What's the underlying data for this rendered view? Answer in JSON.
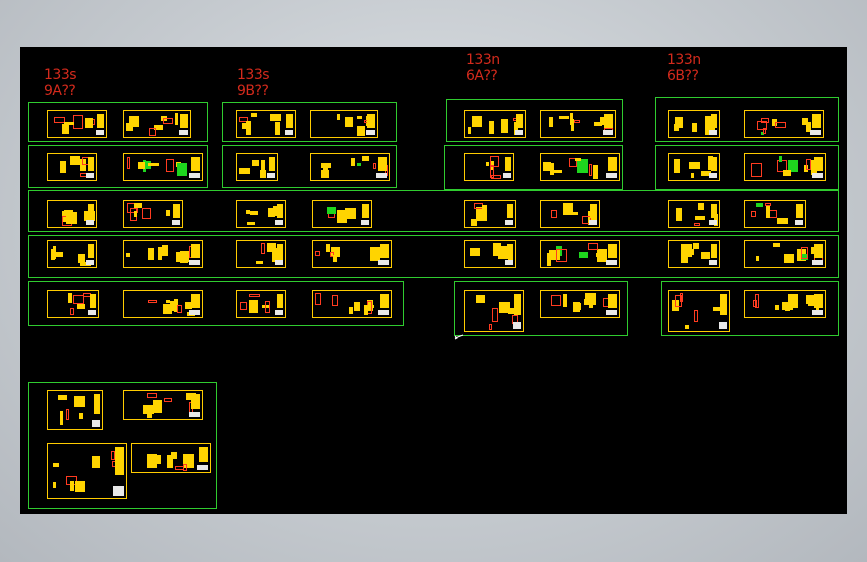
{
  "window": {
    "background": "#000000",
    "frame_color": "#c8ccd0"
  },
  "labels": [
    {
      "id": "label-133s-9a",
      "line1": "133s",
      "line2": "9A??"
    },
    {
      "id": "label-133s-9b",
      "line1": "133s",
      "line2": "9B??"
    },
    {
      "id": "label-133n-6a",
      "line1": "133n",
      "line2": "6A??"
    },
    {
      "id": "label-133n-6b",
      "line1": "133n",
      "line2": "6B??"
    }
  ],
  "colors": {
    "label_text": "#d42a1c",
    "group_border": "#2fcb2f",
    "sheet_border": "#ffcc00",
    "sheet_fill": "#ffd400",
    "accent_red": "#ff3b20",
    "accent_green": "#1ed61e"
  }
}
